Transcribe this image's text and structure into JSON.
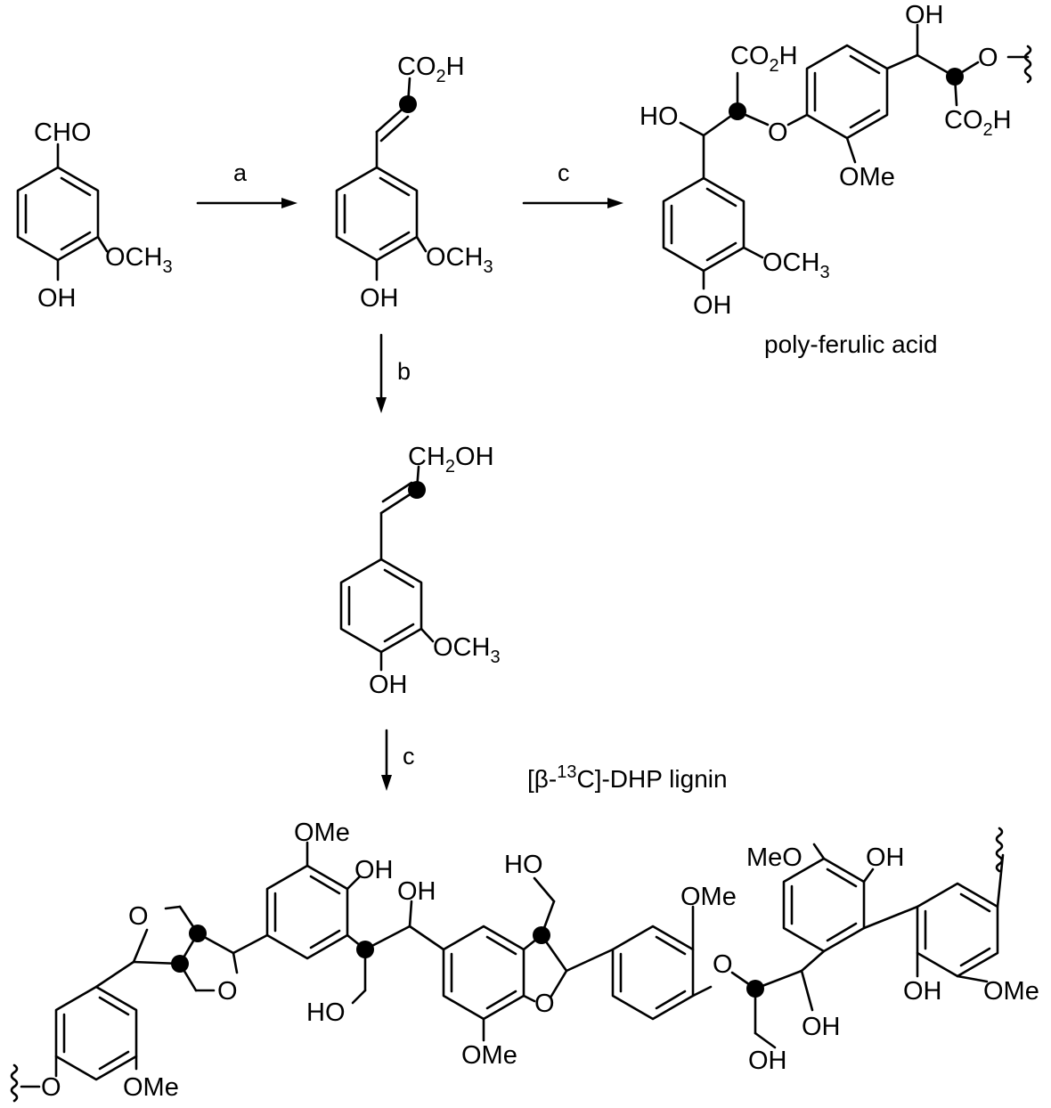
{
  "scheme": {
    "steps": {
      "a": "a",
      "b": "b",
      "c1": "c",
      "c2": "c"
    },
    "captions": {
      "poly_ferulic": "poly-ferulic acid",
      "dhp_prefix": "[β-",
      "dhp_sup": "13",
      "dhp_suffix": "C]-DHP lignin"
    },
    "labels": {
      "CHO": "CHO",
      "OCH": "OCH",
      "three": "3",
      "OH": "OH",
      "CO": "CO",
      "two": "2",
      "H": "H",
      "CH": "CH",
      "HO": "HO",
      "O": "O",
      "OMe": "OMe",
      "MeO": "MeO"
    },
    "colors": {
      "ink": "#000000",
      "background": "#ffffff"
    }
  }
}
